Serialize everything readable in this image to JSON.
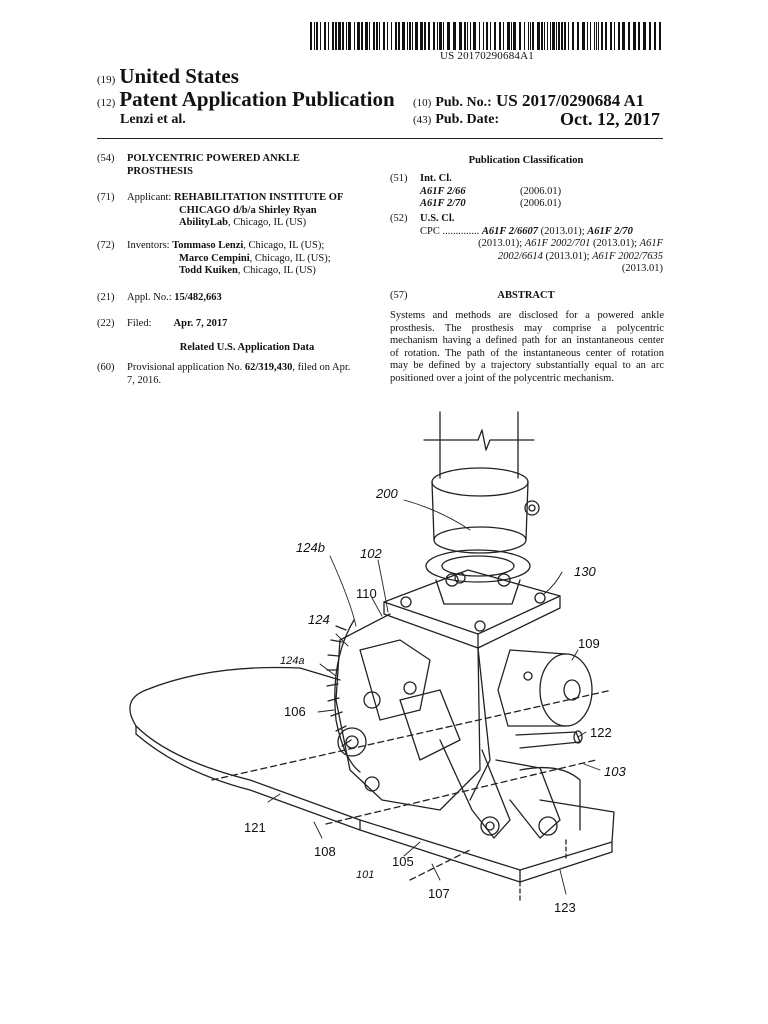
{
  "header": {
    "pub_number_small": "US 20170290684A1",
    "country_tag": "(19)",
    "country": "United States",
    "type_tag": "(12)",
    "pub_type": "Patent Application Publication",
    "authors": "Lenzi et al.",
    "pub_no_tag": "(10)",
    "pub_no_label": "Pub. No.:",
    "pub_no": "US 2017/0290684 A1",
    "pub_date_tag": "(43)",
    "pub_date_label": "Pub. Date:",
    "pub_date": "Oct. 12, 2017"
  },
  "left_column": {
    "title_code": "(54)",
    "title_line1": "POLYCENTRIC POWERED ANKLE",
    "title_line2": "PROSTHESIS",
    "applicant_code": "(71)",
    "applicant_label": "Applicant:",
    "applicant_line1": "REHABILITATION INSTITUTE OF",
    "applicant_line2": "CHICAGO d/b/a Shirley Ryan",
    "applicant_line3_bold": "AbilityLab",
    "applicant_line3_rest": ", Chicago, IL (US)",
    "inventors_code": "(72)",
    "inventors_label": "Inventors:",
    "inventor1_name": "Tommaso Lenzi",
    "inventor1_loc": ", Chicago, IL (US);",
    "inventor2_name": "Marco Cempini",
    "inventor2_loc": ", Chicago, IL (US);",
    "inventor3_name": "Todd Kuiken",
    "inventor3_loc": ", Chicago, IL (US)",
    "appl_code": "(21)",
    "appl_label": "Appl. No.:",
    "appl_no": "15/482,663",
    "filed_code": "(22)",
    "filed_label": "Filed:",
    "filed_date": "Apr. 7, 2017",
    "related_heading": "Related U.S. Application Data",
    "prov_code": "(60)",
    "prov_line1_a": "Provisional application No. ",
    "prov_line1_no": "62/319,430",
    "prov_line1_b": ", filed on Apr.",
    "prov_line2": "7, 2016."
  },
  "right_column": {
    "classification_heading": "Publication Classification",
    "intcl_code": "(51)",
    "intcl_label": "Int. Cl.",
    "intcl_1": "A61F 2/66",
    "intcl_1_date": "(2006.01)",
    "intcl_2": "A61F 2/70",
    "intcl_2_date": "(2006.01)",
    "uscl_code": "(52)",
    "uscl_label": "U.S. Cl.",
    "cpc_label": "CPC ..............",
    "cpc_1": "A61F 2/6607",
    "cpc_1_date": " (2013.01); ",
    "cpc_2": "A61F 2/70",
    "cpc_line2_a": "(2013.01); ",
    "cpc_3": "A61F 2002/701",
    "cpc_line2_b": " (2013.01); ",
    "cpc_4a": "A61F",
    "cpc_4b": "2002/6614",
    "cpc_line3_a": " (2013.01); ",
    "cpc_5": "A61F 2002/7635",
    "cpc_line4": "(2013.01)",
    "abstract_code": "(57)",
    "abstract_heading": "ABSTRACT",
    "abstract_line1": "Systems and methods are disclosed for a powered ankle",
    "abstract_line2": "prosthesis. The prosthesis may comprise a polycentric",
    "abstract_line3": "mechanism having a defined path for an instantaneous center",
    "abstract_line4": "of rotation. The path of the instantaneous center of rotation",
    "abstract_line5": "may be defined by a trajectory substantially equal to an arc",
    "abstract_line6": "positioned over a joint of the polycentric mechanism."
  },
  "figure": {
    "labels": {
      "l200": "200",
      "l124b": "124b",
      "l102": "102",
      "l130": "130",
      "l110": "110",
      "l124": "124",
      "l109": "109",
      "l124a": "124a",
      "l106": "106",
      "l122": "122",
      "l103": "103",
      "l121": "121",
      "l108": "108",
      "l101": "101",
      "l105": "105",
      "l107": "107",
      "l123": "123"
    }
  }
}
